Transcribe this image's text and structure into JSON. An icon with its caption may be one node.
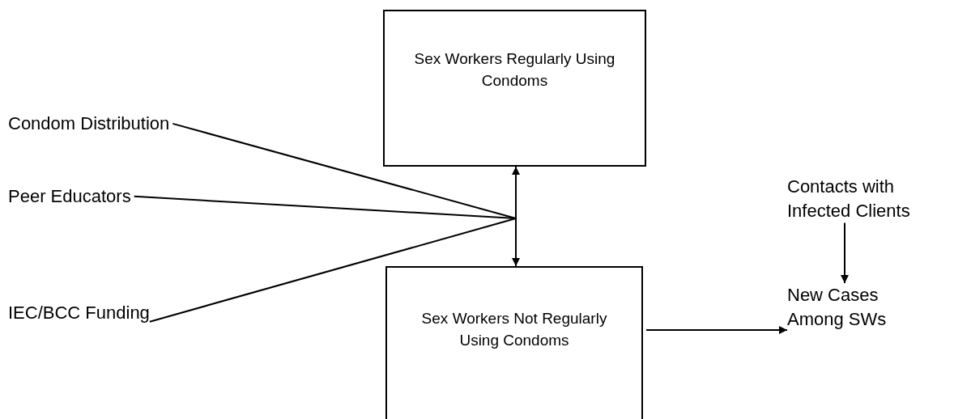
{
  "diagram": {
    "nodes": [
      {
        "text": [
          "Sex Workers Regularly Using Condoms"
        ]
      },
      {
        "text": [
          "Sex Workers Not Regularly Using Condoms"
        ]
      },
      {
        "text": [
          "Condom Distribution"
        ]
      },
      {
        "text": [
          "Peer Educators"
        ]
      },
      {
        "text": [
          "IEC/BCC Funding"
        ]
      },
      {
        "text": [
          "Contacts with Infected Clients"
        ]
      },
      {
        "text": [
          "New Cases Among SWs"
        ]
      }
    ],
    "edges": [
      {
        "from": 0,
        "to": 1,
        "arrow": "both"
      },
      {
        "from": 2,
        "to": null,
        "arrow": "none"
      },
      {
        "from": 3,
        "to": null,
        "arrow": "none"
      },
      {
        "from": 4,
        "to": null,
        "arrow": "none"
      },
      {
        "from": 1,
        "to": 6,
        "arrow": "to"
      },
      {
        "from": 5,
        "to": 6,
        "arrow": "to"
      }
    ]
  }
}
